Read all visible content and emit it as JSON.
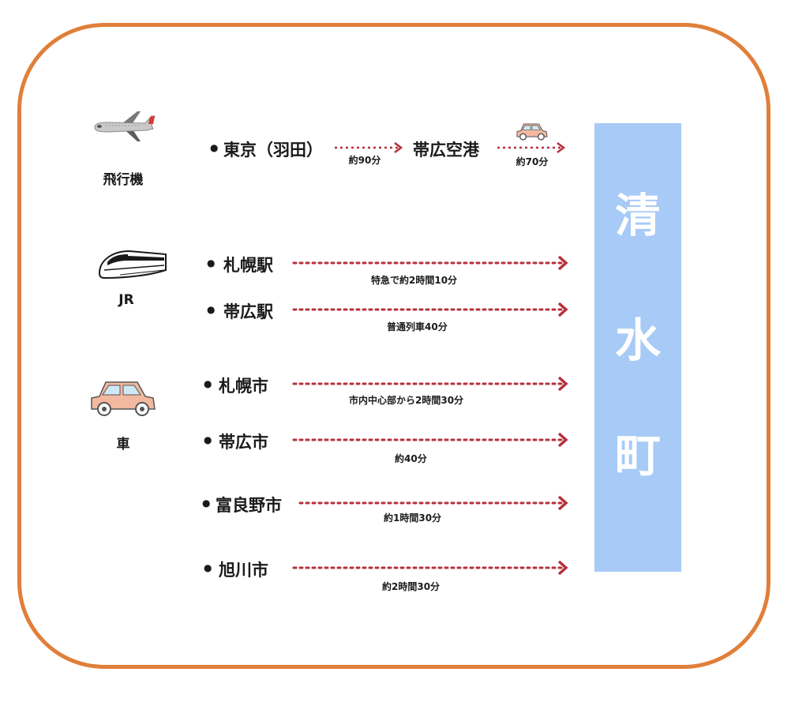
{
  "colors": {
    "frame": "#e07f3a",
    "destination_bar": "#a8caf6",
    "arrow": "#b5303c",
    "car_body": "#f3b8a0",
    "car_window": "#cfe8f5"
  },
  "destination": {
    "chars": [
      "清",
      "水",
      "町"
    ]
  },
  "modes": {
    "plane": {
      "label": "飛行機",
      "icon": "airplane-icon"
    },
    "jr": {
      "label": "JR",
      "icon": "train-icon"
    },
    "car": {
      "label": "車",
      "icon": "car-icon"
    }
  },
  "plane_route": {
    "origin": "東京（羽田）",
    "leg1_time": "約90分",
    "via": "帯広空港",
    "via_icon": "car-icon",
    "leg2_time": "約70分"
  },
  "routes": [
    {
      "origin": "札幌駅",
      "time": "特急で約2時間10分"
    },
    {
      "origin": "帯広駅",
      "time": "普通列車40分"
    },
    {
      "origin": "札幌市",
      "time": "市内中心部から2時間30分"
    },
    {
      "origin": "帯広市",
      "time": "約40分"
    },
    {
      "origin": "富良野市",
      "time": "約1時間30分"
    },
    {
      "origin": "旭川市",
      "time": "約2時間30分"
    }
  ]
}
